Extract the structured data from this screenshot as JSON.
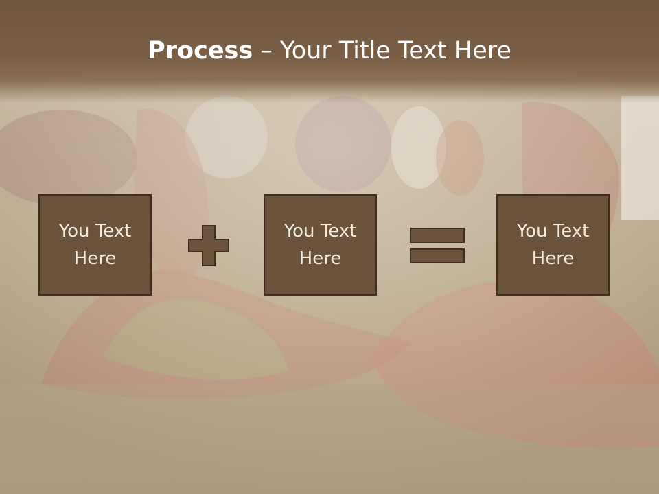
{
  "slide": {
    "title_bold": "Process",
    "title_separator": " – ",
    "title_rest": "Your Title Text Here",
    "boxes": [
      {
        "text": "You Text Here"
      },
      {
        "text": "You Text Here"
      },
      {
        "text": "You Text Here"
      }
    ],
    "operators": [
      "plus-icon",
      "equals-icon"
    ]
  },
  "colors": {
    "title_bar": "#7a5f45",
    "box_fill": "#6b523b",
    "box_border": "#3e2f22",
    "box_text": "#f4ebdd",
    "title_text": "#ffffff"
  }
}
